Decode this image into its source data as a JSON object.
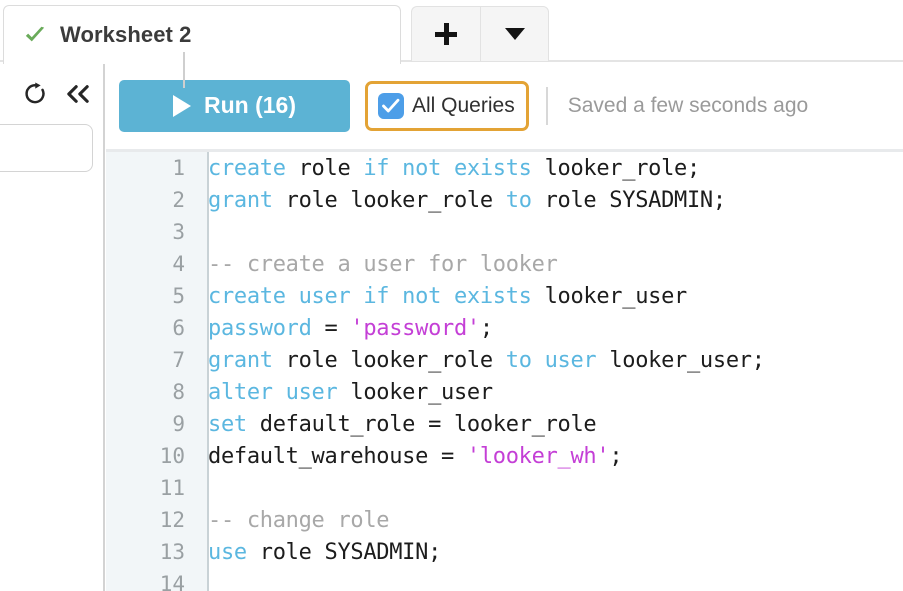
{
  "tabs": {
    "active": {
      "label": "Worksheet 2",
      "status_icon": "check-icon",
      "status_color": "#6aab5a"
    },
    "add_button": "+",
    "dropdown_button": "▼"
  },
  "left_rail": {
    "refresh_icon": "refresh-icon",
    "collapse_icon": "collapse-left-icon",
    "search_value": "",
    "search_placeholder": ""
  },
  "toolbar": {
    "run_label": "Run (16)",
    "run_color": "#5cb3d4",
    "all_queries_label": "All Queries",
    "all_queries_checked": true,
    "checkbox_color": "#4d9ee8",
    "focus_ring_color": "#e3a335",
    "saved_text": "Saved a few seconds ago"
  },
  "editor": {
    "language": "sql",
    "lines": [
      {
        "n": "1",
        "tokens": [
          {
            "t": "create",
            "c": "kw"
          },
          {
            "t": " role ",
            "c": ""
          },
          {
            "t": "if not exists",
            "c": "kw"
          },
          {
            "t": " looker_role;",
            "c": ""
          }
        ]
      },
      {
        "n": "2",
        "tokens": [
          {
            "t": "grant",
            "c": "kw"
          },
          {
            "t": " role looker_role ",
            "c": ""
          },
          {
            "t": "to",
            "c": "kw"
          },
          {
            "t": " role SYSADMIN;",
            "c": ""
          }
        ]
      },
      {
        "n": "3",
        "tokens": []
      },
      {
        "n": "4",
        "tokens": [
          {
            "t": "-- create a user for looker",
            "c": "cm"
          }
        ]
      },
      {
        "n": "5",
        "tokens": [
          {
            "t": "create user if not exists",
            "c": "kw"
          },
          {
            "t": " looker_user",
            "c": ""
          }
        ]
      },
      {
        "n": "6",
        "tokens": [
          {
            "t": "password",
            "c": "kw"
          },
          {
            "t": " = ",
            "c": ""
          },
          {
            "t": "'password'",
            "c": "str"
          },
          {
            "t": ";",
            "c": ""
          }
        ]
      },
      {
        "n": "7",
        "tokens": [
          {
            "t": "grant",
            "c": "kw"
          },
          {
            "t": " role looker_role ",
            "c": ""
          },
          {
            "t": "to user",
            "c": "kw"
          },
          {
            "t": " looker_user;",
            "c": ""
          }
        ]
      },
      {
        "n": "8",
        "tokens": [
          {
            "t": "alter user",
            "c": "kw"
          },
          {
            "t": " looker_user",
            "c": ""
          }
        ]
      },
      {
        "n": "9",
        "tokens": [
          {
            "t": "set",
            "c": "kw"
          },
          {
            "t": " default_role = looker_role",
            "c": ""
          }
        ]
      },
      {
        "n": "10",
        "tokens": [
          {
            "t": "default_warehouse = ",
            "c": ""
          },
          {
            "t": "'looker_wh'",
            "c": "str"
          },
          {
            "t": ";",
            "c": ""
          }
        ]
      },
      {
        "n": "11",
        "tokens": []
      },
      {
        "n": "12",
        "tokens": [
          {
            "t": "-- change role",
            "c": "cm"
          }
        ]
      },
      {
        "n": "13",
        "tokens": [
          {
            "t": "use",
            "c": "kw"
          },
          {
            "t": " role SYSADMIN;",
            "c": ""
          }
        ]
      },
      {
        "n": "14",
        "tokens": []
      }
    ]
  }
}
